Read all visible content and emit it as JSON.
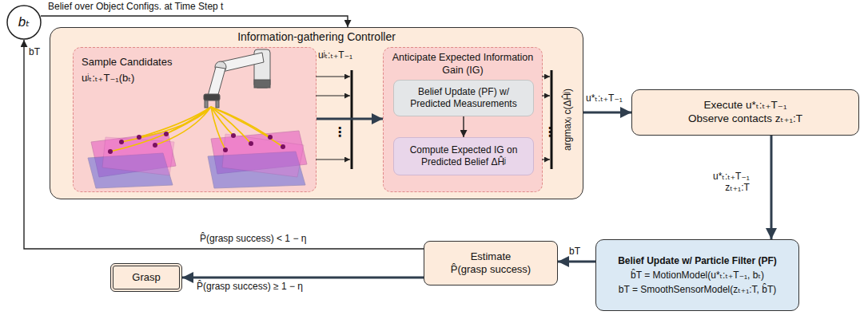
{
  "diagram": {
    "nodes": [
      {
        "text": [
          "bₜ"
        ]
      },
      {
        "text": [
          "Information-gathering Controller"
        ]
      },
      {
        "text": [
          "Sample Candidates",
          "uʲₜ:ₜ₊T₋₁(bₜ)"
        ],
        "in": 1
      },
      {
        "text": [
          "Anticipate Expected Information Gain (IG)"
        ],
        "in": 1
      },
      {
        "text": [
          "Belief Update (PF) w/ Predicted Measurements"
        ],
        "in": 3
      },
      {
        "text": [
          "Compute Expected IG on Predicted Belief ΔĤʲ"
        ],
        "in": 3
      },
      {
        "text": [
          "Execute u*ₜ:ₜ₊T₋₁",
          "Observe contacts zₜ₊₁:T"
        ]
      },
      {
        "text": [
          "Belief Update w/ Particle Filter (PF)",
          "b̂T = MotionModel(u*ₜ:ₜ₊T₋₁, bₜ)",
          "bT = SmoothSensorModel(zₜ₊₁:T, b̂T)"
        ]
      },
      {
        "text": [
          "Estimate",
          "P̂(grasp success)"
        ]
      },
      {
        "text": [
          "Grasp"
        ]
      }
    ],
    "edges": [
      {
        "from": 0,
        "to": 1,
        "arrow": "to",
        "label": "Belief over Object Configs. at Time Step t"
      },
      {
        "from": 2,
        "to": 3,
        "arrow": "to",
        "label": "uʲₜ:ₜ₊T₋₁"
      },
      {
        "from": 1,
        "to": 6,
        "arrow": "to",
        "label": "u*ₜ:ₜ₊T₋₁"
      },
      {
        "from": 4,
        "to": 5,
        "arrow": "to"
      },
      {
        "from": 6,
        "to": 7,
        "arrow": "to",
        "label": "u*ₜ:ₜ₊T₋₁ zₜ₊₁:T"
      },
      {
        "from": 7,
        "to": 8,
        "arrow": "to",
        "label": "bT"
      },
      {
        "from": 8,
        "to": 0,
        "arrow": "to",
        "label": "P̂(grasp success) < 1 − η"
      },
      {
        "from": 8,
        "to": 9,
        "arrow": "to",
        "label": "P̂(grasp success) ≥ 1 − η"
      }
    ],
    "labels": [
      "bT",
      "argmaxⱼ c(ΔĤʲ)",
      "⋮",
      "⋮"
    ]
  }
}
